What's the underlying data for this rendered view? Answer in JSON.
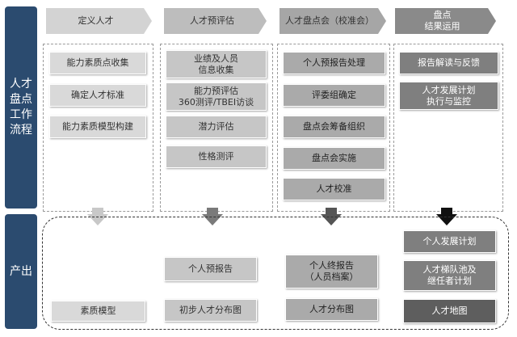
{
  "sidebar": {
    "process_label": "人才盘点工作流程",
    "output_label": "产出"
  },
  "phases": [
    {
      "label": "定义人才"
    },
    {
      "label": "人才预评估"
    },
    {
      "label": "人才盘点会（校准会）"
    },
    {
      "label": "盘点\n结果运用"
    }
  ],
  "steps": [
    [
      "能力素质点收集",
      "确定人才标准",
      "能力素质模型构建"
    ],
    [
      "业绩及人员\n信息收集",
      "能力预评估\n360测评/TBEI访谈",
      "潜力评估",
      "性格测评"
    ],
    [
      "个人预报告处理",
      "评委组确定",
      "盘点会筹备组织",
      "盘点会实施",
      "人才校准"
    ],
    [
      "报告解读与反馈",
      "人才发展计划\n执行与监控"
    ]
  ],
  "outputs": [
    [
      "素质模型"
    ],
    [
      "个人预报告",
      "初步人才分布图"
    ],
    [
      "个人终报告\n（人员档案）",
      "人才分布图"
    ],
    [
      "个人发展计划",
      "人才梯队池及\n继任者计划",
      "人才地图"
    ]
  ]
}
